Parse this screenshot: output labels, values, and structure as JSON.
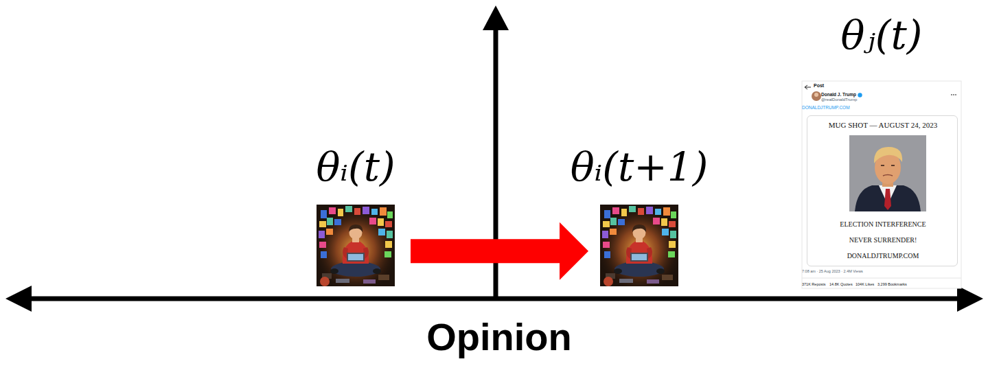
{
  "diagram": {
    "nodes": [
      {
        "text": [
          "θᵢ(t)"
        ]
      },
      {
        "text": [
          "θᵢ(t+1)"
        ]
      },
      {
        "text": [
          "θⱼ(t)",
          "Post",
          "Donald J. Trump",
          "@realDonaldTrump",
          "DONALDJTRUMP.COM",
          "7:08 am · 25 Aug 2023 · 2.4M Views",
          "371K Reposts",
          "14.8K Quotes",
          "104K Likes",
          "3,299 Bookmarks"
        ]
      },
      {
        "text": [
          "MUG SHOT — AUGUST 24, 2023",
          "ELECTION INTERFERENCE",
          "NEVER SURRENDER!",
          "DONALDJTRUMP.COM"
        ],
        "in": 2
      }
    ],
    "edges": [
      {
        "from": 0,
        "to": 1,
        "arrow": "to"
      }
    ],
    "labels": [
      "Opinion"
    ]
  }
}
